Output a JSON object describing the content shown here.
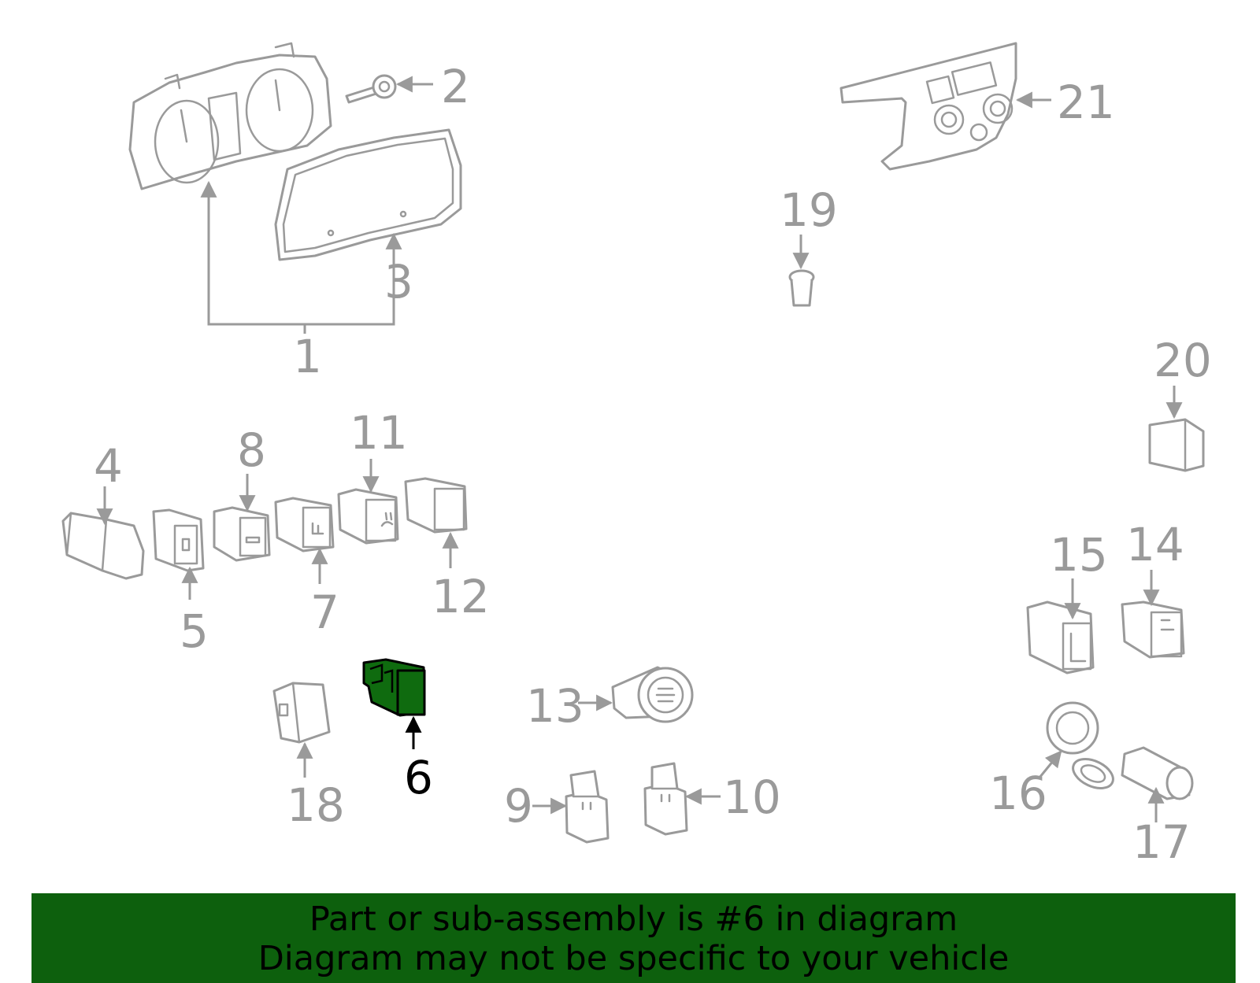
{
  "diagram": {
    "highlight_part": "6",
    "highlight_color": "#0f6b0f",
    "part_color": "#9a9a9a",
    "labels": {
      "p1": "1",
      "p2": "2",
      "p3": "3",
      "p4": "4",
      "p5": "5",
      "p6": "6",
      "p7": "7",
      "p8": "8",
      "p9": "9",
      "p10": "10",
      "p11": "11",
      "p12": "12",
      "p13": "13",
      "p14": "14",
      "p15": "15",
      "p16": "16",
      "p17": "17",
      "p18": "18",
      "p19": "19",
      "p20": "20",
      "p21": "21"
    }
  },
  "footer": {
    "line1": "Part or sub-assembly is #6 in diagram",
    "line2": "Diagram may not be specific to your vehicle",
    "background": "#0d600d"
  }
}
